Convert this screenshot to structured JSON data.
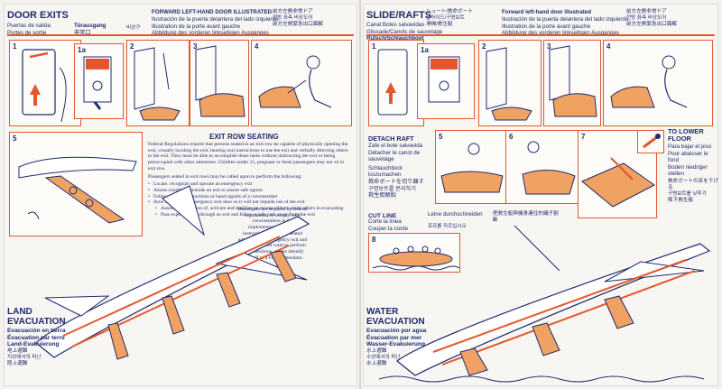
{
  "left": {
    "door_exits": {
      "title": "DOOR EXITS",
      "es": "Puertas de salida",
      "fr": "Portes de sortie",
      "de": "Türausgang",
      "kr": "비상구",
      "cn": "非常口"
    },
    "door_illustrated": {
      "title": "FORWARD LEFT-HAND DOOR ILLUSTRATED",
      "es": "Ilustración de la puerta delantera del lado izquierdo",
      "fr": "Illustration de la porte avant gauche",
      "de": "Abbildung des vorderen linkseitigen Ausganges",
      "jp": "前方左側非常ドア",
      "kr": "전방 좌측 비상도어",
      "cn": "前方左側緊急出口図解"
    },
    "panel_numbers": [
      "1",
      "1a",
      "2",
      "3",
      "4",
      "5"
    ],
    "exit_row": {
      "title": "EXIT ROW SEATING",
      "intro": "Federal Regulations require that persons seated in an exit row be capable of physically opening the exit, visually locating the exit, hearing oral instructions to use the exit and verbally directing others to the exit. They must be able to accomplish these tasks without obstructing the exit or being preoccupied with other attentions. Children under 15, pregnant or these passengers may not sit in exit row.",
      "lead": "Passengers seated in exit rows may be called upon to perform the following:",
      "items": [
        "Locate, recognize and operate an emergency exit",
        "Assess conditions outside an exit to assure safe egress",
        "Follow the oral instructions or hand signals of a crewmember",
        "Stow or secure an emergency exit door so it will not impede use of the exit",
        "Assess the condition of, activate and stabilize an escape slide to assist others in evacuating",
        "Pass expeditiously through an exit and follow a safe path away from the exit"
      ],
      "closing": "Passengers are required by federal regulations, to comply with crewmembers in the implementation of these instructions. If you are seated adjacent to an emergency exit and cannot or do not want to perform these functions, please identify yourself to a Flight Attendant."
    },
    "land": {
      "title1": "LAND",
      "title2": "EVACUATION",
      "es": "Evacuación en tierra",
      "fr": "Évacuation par terre",
      "de": "Land-Evakuierung",
      "cn": "地上避難",
      "kr": "지상에서의 피난",
      "jp": "陸上避難"
    }
  },
  "right": {
    "slide_rafts": {
      "title": "SLIDE/RAFTS",
      "es": "Canal Botes salvavidas",
      "fr": "Glissade/Canots de sauvetage",
      "de": "Rutsch/Schlauchboot",
      "jp": "シュート/救命ボート",
      "kr": "슬라이드/구명보트",
      "cn": "滑梯/救生艇"
    },
    "door_illustrated": {
      "title": "Forward left-hand door illustrated",
      "es": "Ilustración de la puerta delantera del lado izquierdo",
      "fr": "Illustration de la porte avant gauche",
      "de": "Abbildung des vorderen linkseitigen Ausganges",
      "jp": "前方左側非常ドア",
      "kr": "전방 좌측 비상도어",
      "cn": "前方左側緊急出口図解"
    },
    "panel_numbers": [
      "1",
      "1a",
      "2",
      "3",
      "4",
      "5",
      "6",
      "7",
      "8"
    ],
    "detach_raft": {
      "title": "DETACH RAFT",
      "es": "Zafe el bote salvavida",
      "fr": "Détacher le canot de sauvetage",
      "de": "Schlauchboot loszumachen",
      "jp": "救命ボートを切り離す",
      "kr": "구명보트를 분리하기",
      "cn": "救生艇解脫"
    },
    "cut_line": {
      "title": "CUT LINE",
      "es": "Corte la línea",
      "fr": "Couper la corde",
      "de": "Leine durchschneiden",
      "cn": "把救生艇與機身連住的繩子割斷",
      "kr": "로프를 자르십시오"
    },
    "lower_floor": {
      "title1": "TO LOWER",
      "title2": "FLOOR",
      "es1": "Para bajar el piso",
      "fr1": "Pour abaisser le",
      "fr2": "fond",
      "de1": "Boden niedriger",
      "de2": "stellen",
      "jp": "救命ボートの床を下げる",
      "kr": "구명보트를 낮추기",
      "cn": "降下救生艇"
    },
    "water": {
      "title1": "WATER",
      "title2": "EVACUATION",
      "es": "Evacuación por agua",
      "fr": "Évacuation par mer",
      "de": "Wasser-Evakuierung",
      "jp": "水上避難",
      "kr": "수상에서의 피난",
      "cn": "水上避難"
    }
  },
  "colors": {
    "navy": "#1e2a6e",
    "orange": "#e4572e",
    "paper": "#f8f6f2"
  }
}
